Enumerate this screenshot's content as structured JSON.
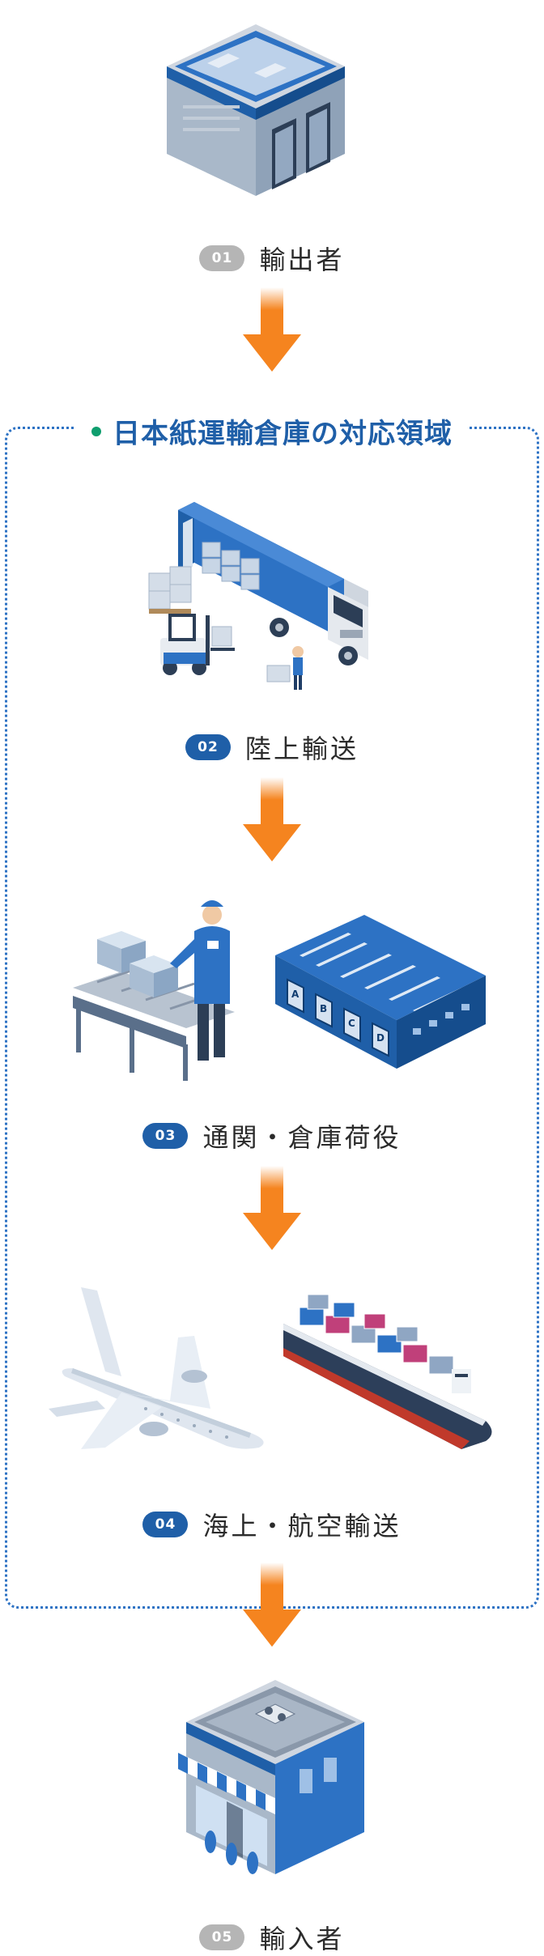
{
  "steps": [
    {
      "num": "01",
      "label": "輸出者"
    },
    {
      "num": "02",
      "label": "陸上輸送"
    },
    {
      "num": "03",
      "label": "通関・倉庫荷役"
    },
    {
      "num": "04",
      "label": "海上・航空輸送"
    },
    {
      "num": "05",
      "label": "輸入者"
    }
  ],
  "scope": {
    "title": "日本紙運輸倉庫の対応領域"
  },
  "colors": {
    "accent_blue": "#1f5fa8",
    "arrow_orange": "#f5841f",
    "badge_grey": "#b5b5b5",
    "dot_green": "#0f9e6e"
  },
  "icons": [
    "warehouse-icon",
    "truck-forklift-icon",
    "conveyor-worker-icon",
    "warehouse-abcd-icon",
    "airplane-icon",
    "cargo-ship-icon",
    "store-icon"
  ]
}
